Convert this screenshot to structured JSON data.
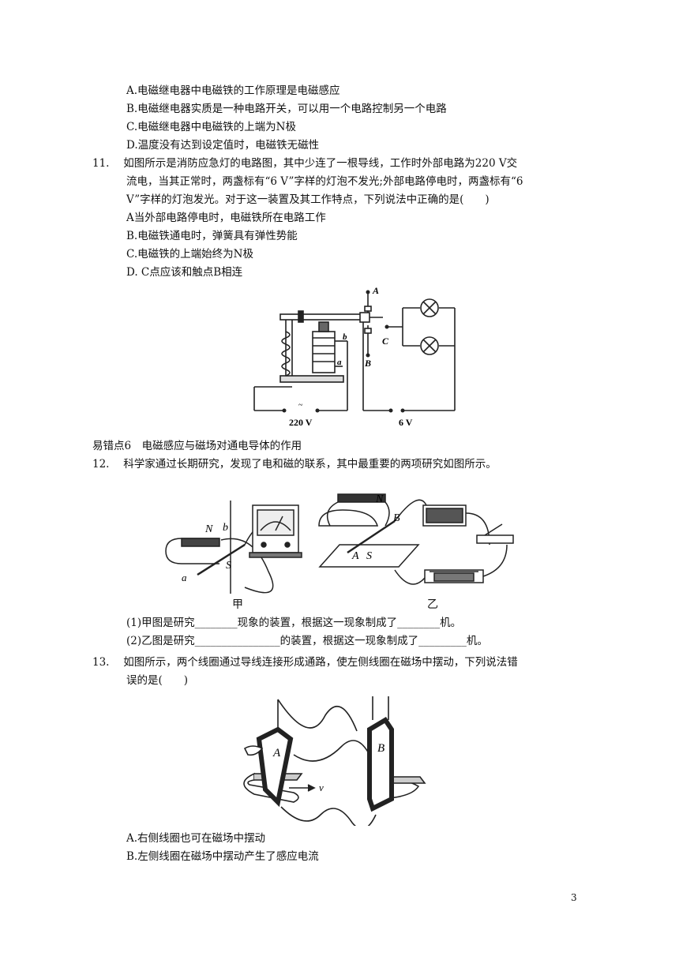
{
  "q10": {
    "optA": "A.电磁继电器中电磁铁的工作原理是电磁感应",
    "optB": "B.电磁继电器实质是一种电路开关，可以用一个电路控制另一个电路",
    "optC": "C.电磁继电器中电磁铁的上端为N极",
    "optD": "D.温度没有达到设定值时，电磁铁无磁性"
  },
  "q11": {
    "line1": "11.　 如图所示是消防应急灯的电路图，其中少连了一根导线，工作时外部电路为220 V交",
    "line2": "流电，当其正常时，两盏标有“6 V”字样的灯泡不发光;外部电路停电时，两盏标有“6",
    "line3": "V”字样的灯泡发光。对于这一装置及其工作特点，下列说法中正确的是(　　)",
    "optA": "A当外部电路停电时，电磁铁所在电路工作",
    "optB": "B.电磁铁通电时，弹簧具有弹性势能",
    "optC": "C.电磁铁的上端始终为N极",
    "optD": "D. C点应该和触点B相连",
    "fig_labels": {
      "A": "A",
      "B": "B",
      "C": "C",
      "a": "a",
      "b": "b",
      "v220": "220 V",
      "v6": "6 V",
      "tilde": "~"
    }
  },
  "section6": "易错点6　电磁感应与磁场对通电导体的作用",
  "q12": {
    "line1": "12.　 科学家通过长期研究，发现了电和磁的联系，其中最重要的两项研究如图所示。",
    "fig_labels": {
      "N1": "N",
      "b": "b",
      "S1": "S",
      "a": "a",
      "N2": "N",
      "B": "B",
      "A": "A",
      "S2": "S"
    },
    "cap_jia": "甲",
    "cap_yi": "乙",
    "sub1": "(1)甲图是研究________现象的装置，根据这一现象制成了________机。",
    "sub2": "(2)乙图是研究________________的装置，根据这一现象制成了_________机。"
  },
  "q13": {
    "line1": "13.　 如图所示，两个线圈通过导线连接形成通路，使左侧线圈在磁场中摆动，下列说法错",
    "line2": "误的是(　　)",
    "fig_labels": {
      "A": "A",
      "B": "B",
      "v": "v"
    },
    "optA": "A.右侧线圈也可在磁场中摆动",
    "optB": "B.左侧线圈在磁场中摆动产生了感应电流"
  },
  "page_number": "3"
}
